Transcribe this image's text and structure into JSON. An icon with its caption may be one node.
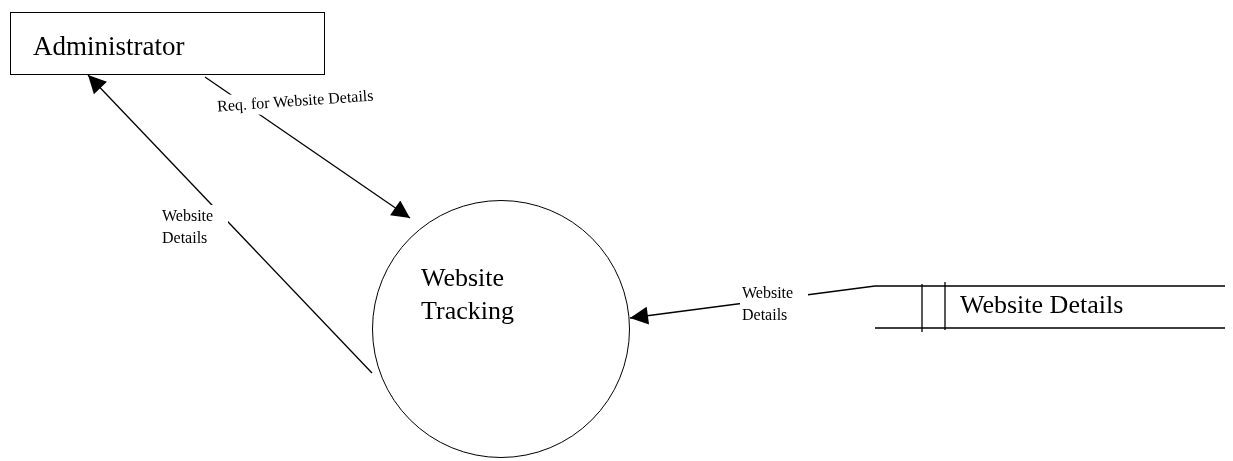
{
  "diagram": {
    "nodes": [
      {
        "text": [
          "Administrator"
        ]
      },
      {
        "text": [
          "Website Tracking"
        ]
      },
      {
        "text": [
          "Website Details"
        ]
      }
    ],
    "edges": [
      {
        "from": 0,
        "to": 1,
        "arrow": "to",
        "label": "Req. for Website Details"
      },
      {
        "from": 1,
        "to": 0,
        "arrow": "to",
        "label": "Website Details"
      },
      {
        "from": 2,
        "to": 1,
        "arrow": "to",
        "label": "Website Details"
      }
    ]
  }
}
